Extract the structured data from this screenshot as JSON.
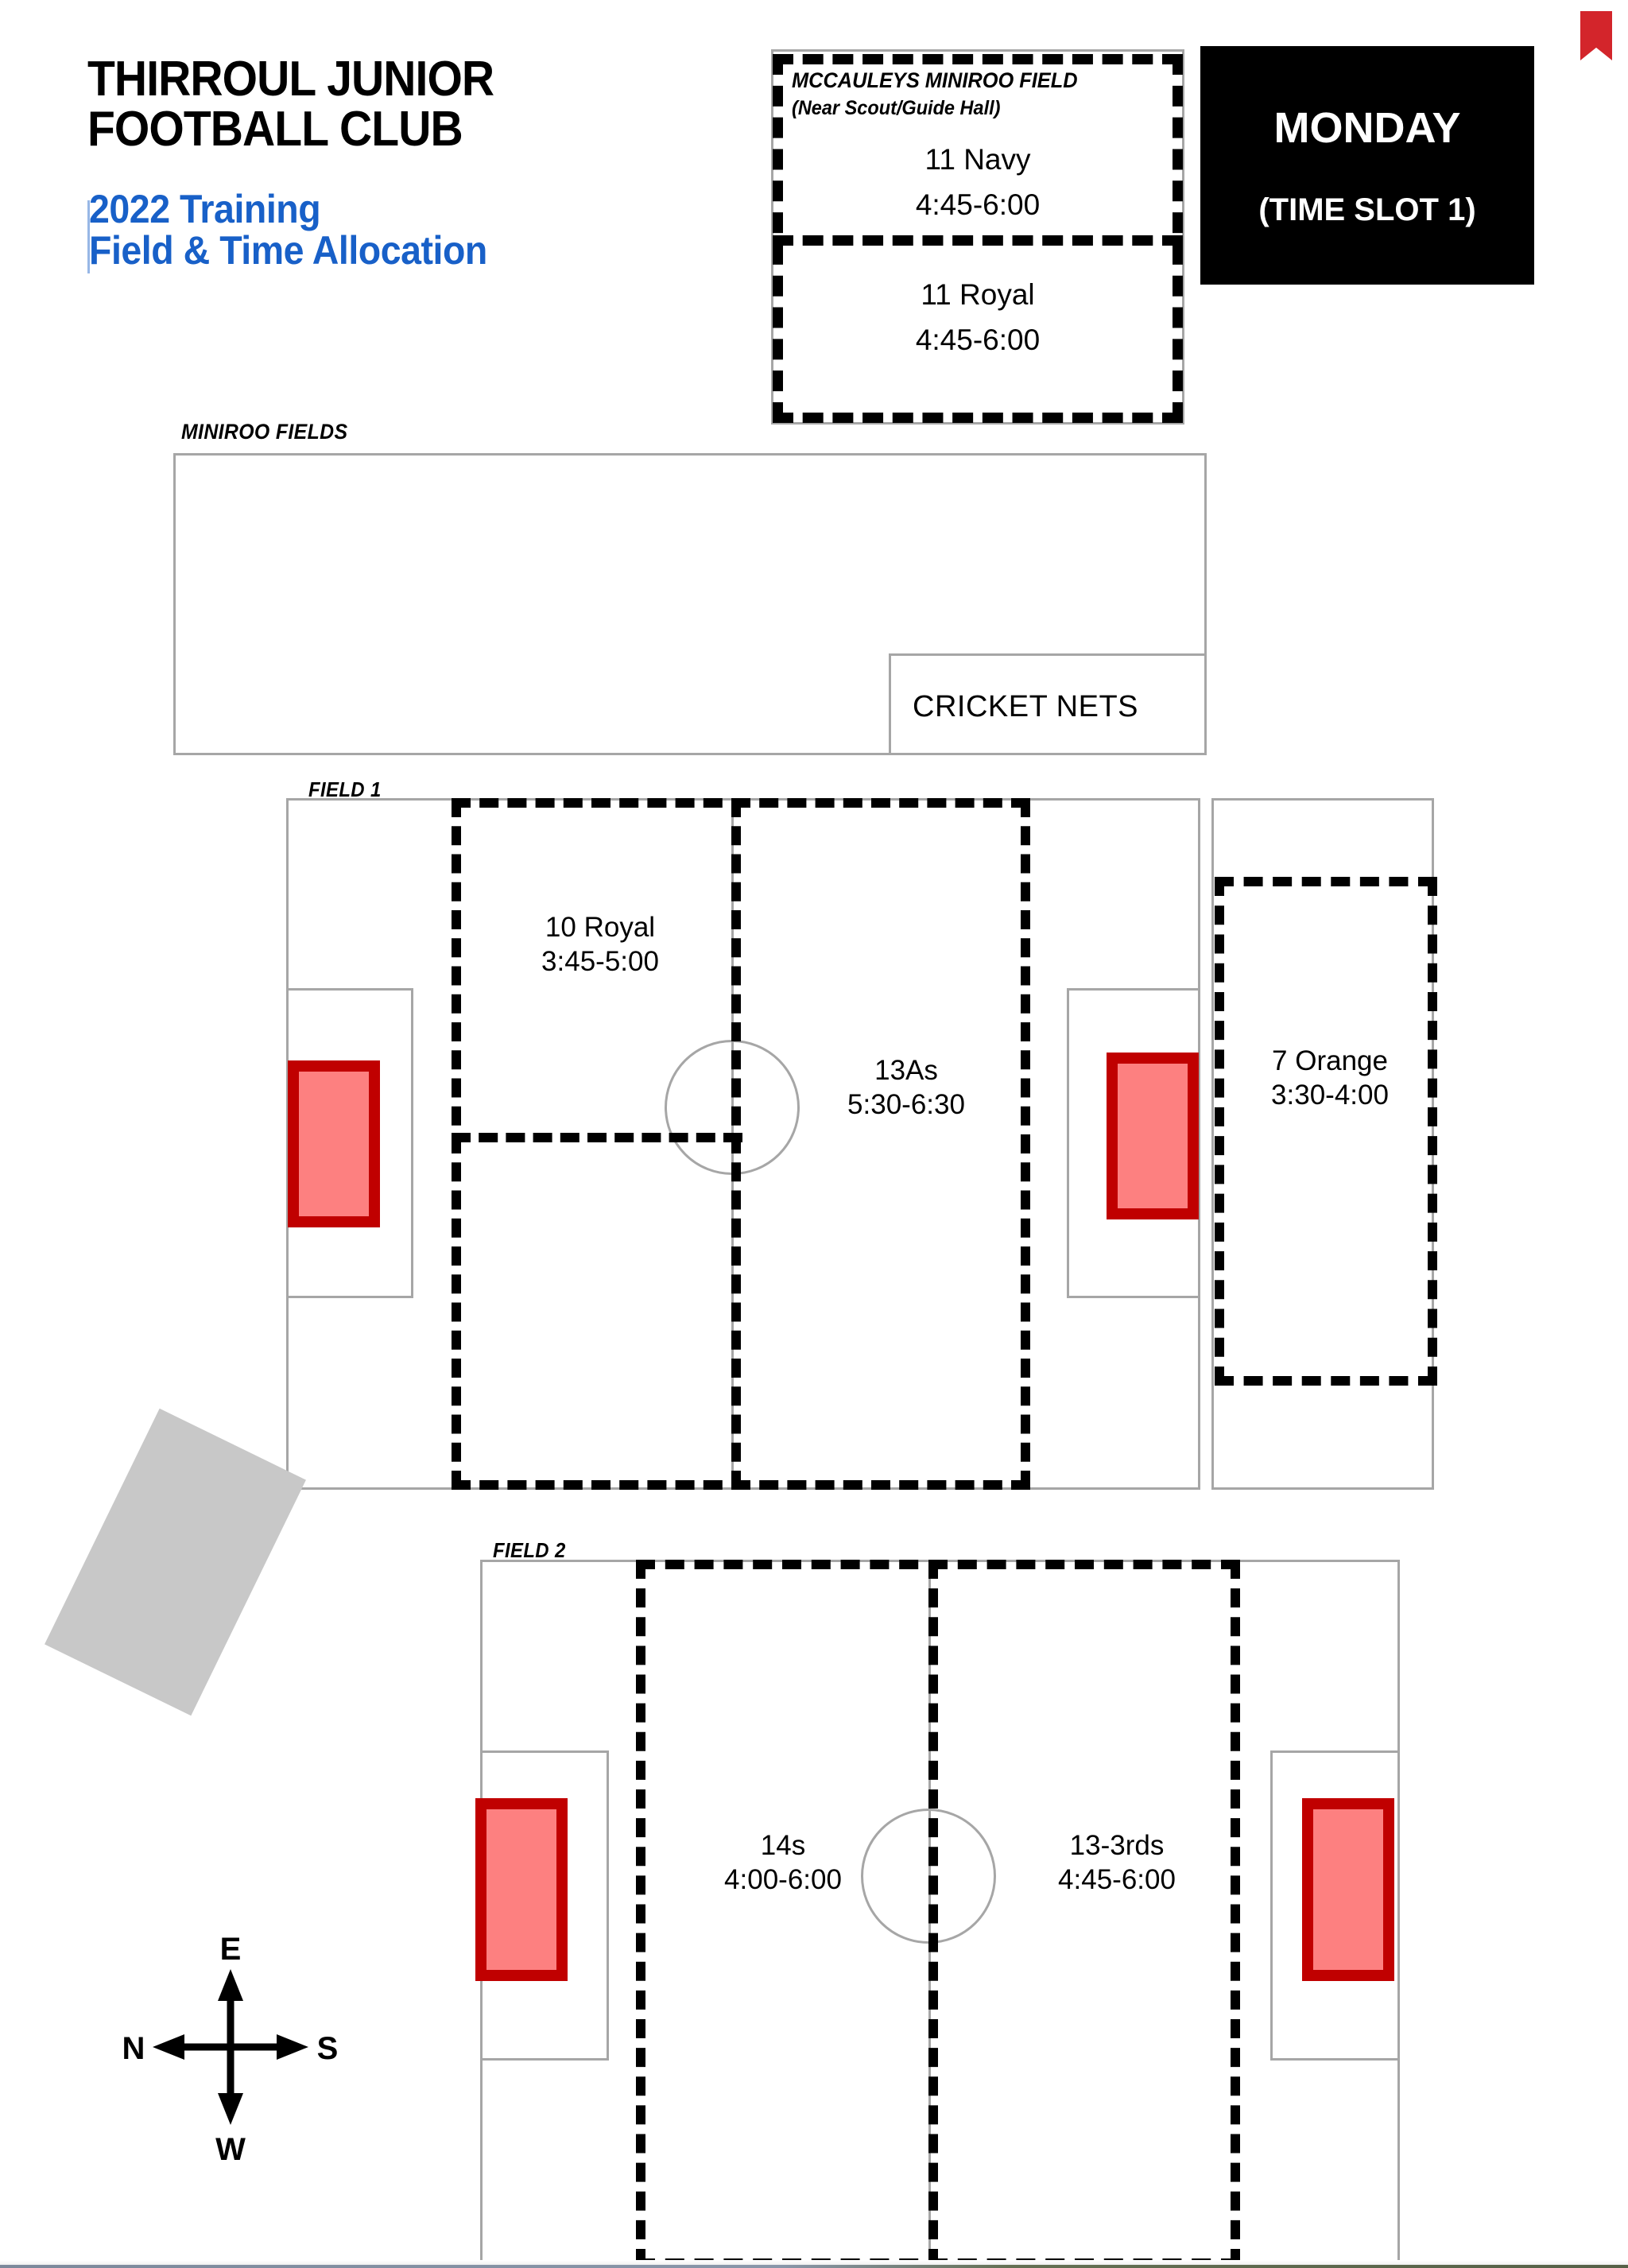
{
  "header": {
    "club_name_line1": "THIRROUL JUNIOR",
    "club_name_line2": "FOOTBALL CLUB",
    "subtitle_line1": "2022  Training",
    "subtitle_line2": "Field & Time Allocation",
    "bookmark_icon": "bookmark-icon"
  },
  "day_panel": {
    "day": "MONDAY",
    "time_slot": "(TIME SLOT 1)"
  },
  "mccauleys": {
    "title": "MCCAULEYS MINIROO FIELD",
    "subtitle": "(Near Scout/Guide Hall)",
    "slots": [
      {
        "team": "11 Navy",
        "time": "4:45-6:00"
      },
      {
        "team": "11 Royal",
        "time": "4:45-6:00"
      }
    ]
  },
  "miniroo_area": {
    "label": "MINIROO FIELDS",
    "cricket_nets_label": "CRICKET NETS"
  },
  "field1": {
    "label": "FIELD 1",
    "zones": [
      {
        "team": "10 Royal",
        "time": "3:45-5:00"
      },
      {
        "team": "13As",
        "time": "5:30-6:30"
      },
      {
        "team": "7 Orange",
        "time": "3:30-4:00"
      }
    ]
  },
  "field2": {
    "label": "FIELD 2",
    "zones": [
      {
        "team": "14s",
        "time": "4:00-6:00"
      },
      {
        "team": "13-3rds",
        "time": "4:45-6:00"
      }
    ]
  },
  "compass": {
    "up": "E",
    "down": "W",
    "left": "N",
    "right": "S"
  },
  "colors": {
    "accent_blue": "#1860c8",
    "goal_border_red": "#c00000",
    "goal_fill_red": "#fd8080",
    "bookmark_red": "#d3252b",
    "line_grey": "#a6a6a6",
    "building_grey": "#c8c8c8",
    "panel_black": "#000000"
  }
}
